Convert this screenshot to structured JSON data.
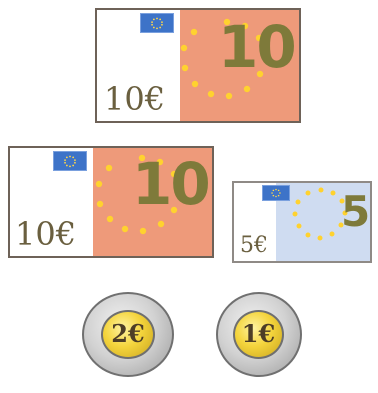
{
  "notes": [
    {
      "big_value": "10",
      "corner_label": "10€",
      "accent_color": "#ee9a7a",
      "icon": "eu-flag-icon"
    },
    {
      "big_value": "10",
      "corner_label": "10€",
      "accent_color": "#ee9a7a",
      "icon": "eu-flag-icon"
    },
    {
      "big_value": "5",
      "corner_label": "5€",
      "accent_color": "#cfdcf1",
      "icon": "eu-flag-icon"
    }
  ],
  "coins": [
    {
      "label": "2€",
      "core_color": "#f4d43c",
      "ring_color": "#c9c9c9"
    },
    {
      "label": "1€",
      "core_color": "#f4d43c",
      "ring_color": "#c9c9c9"
    }
  ]
}
